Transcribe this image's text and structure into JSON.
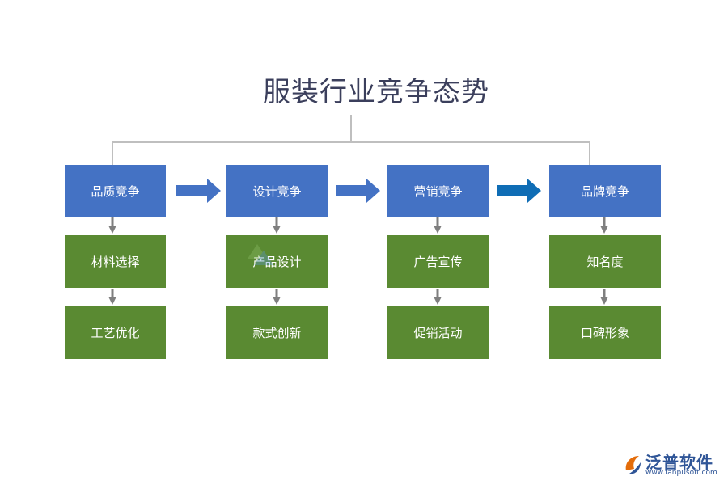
{
  "title": "服装行业竞争态势",
  "columns": [
    {
      "header": "品质竞争",
      "items": [
        "材料选择",
        "工艺优化"
      ]
    },
    {
      "header": "设计竞争",
      "items": [
        "产品设计",
        "款式创新"
      ]
    },
    {
      "header": "营销竞争",
      "items": [
        "广告宣传",
        "促销活动"
      ]
    },
    {
      "header": "品牌竞争",
      "items": [
        "知名度",
        "口碑形象"
      ]
    }
  ],
  "logo": {
    "name": "泛普软件",
    "url": "www.fanpusoft.com"
  },
  "colors": {
    "header_box": "#4472c4",
    "item_box": "#5a8a32",
    "arrow_light": "#4472c4",
    "arrow_dark": "#0f6db5",
    "connector": "#bfbfbf",
    "down_arrow": "#7f7f7f",
    "title": "#3b3f5c"
  }
}
